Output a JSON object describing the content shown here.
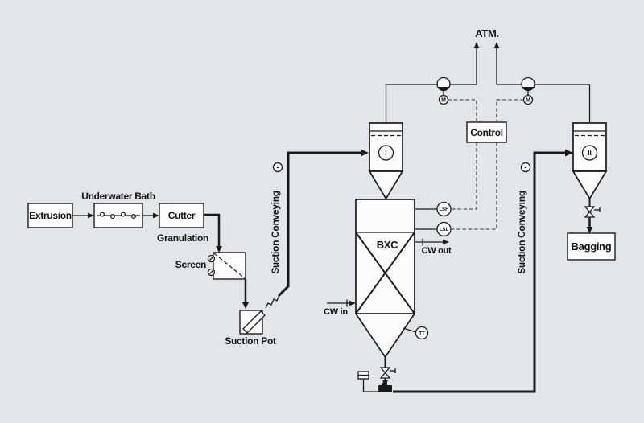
{
  "colors": {
    "background": "#e2e5e9",
    "line": "#1a1a1a",
    "box_fill": "#fcfcfd",
    "signal_line": "#333333"
  },
  "blocks": {
    "extrusion": "Extrusion",
    "underwater_bath": "Underwater Bath",
    "cutter": "Cutter",
    "granulation": "Granulation",
    "screen": "Screen",
    "suction_pot": "Suction Pot",
    "control": "Control",
    "bxc": "BXC",
    "bagging": "Bagging"
  },
  "streams": {
    "atm": "ATM.",
    "suction_conveying_left": "Suction Conveying",
    "suction_conveying_right": "Suction Conveying",
    "cw_in": "CW in",
    "cw_out": "CW out"
  },
  "instruments": {
    "cyclone_i": "I",
    "cyclone_ii": "II",
    "lsh": "LSH",
    "lsl": "LSL",
    "tt": "TT",
    "motor_left": "M",
    "motor_right": "M",
    "vacuum_left": "-",
    "vacuum_right": "-"
  }
}
